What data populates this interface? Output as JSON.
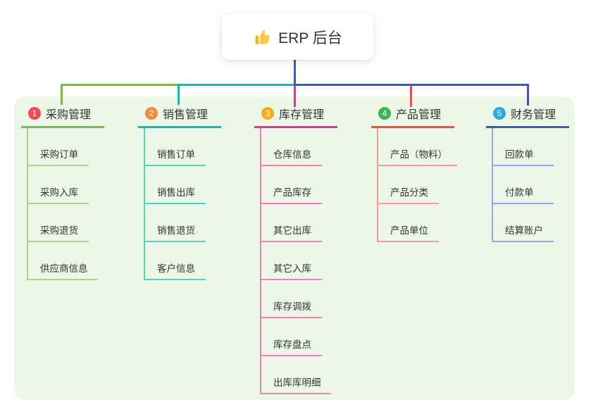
{
  "root": {
    "label": "ERP 后台",
    "icon": "thumbs-up-icon"
  },
  "branches": [
    {
      "badge": "1",
      "label": "采购管理",
      "color": "#7cbd3f",
      "light_color": "#a9d489",
      "badge_color": "#f1485e",
      "children": [
        "采购订单",
        "采购入库",
        "采购退货",
        "供应商信息"
      ]
    },
    {
      "badge": "2",
      "label": "销售管理",
      "color": "#0abfb0",
      "light_color": "#55d1bf",
      "badge_color": "#f68a3c",
      "children": [
        "销售订单",
        "销售出库",
        "销售退货",
        "客户信息"
      ]
    },
    {
      "badge": "3",
      "label": "库存管理",
      "color": "#dd378f",
      "light_color": "#f07fb4",
      "badge_color": "#f6ac1d",
      "children": [
        "仓库信息",
        "产品库存",
        "其它出库",
        "其它入库",
        "库存调拨",
        "库存盘点",
        "出库库明细"
      ]
    },
    {
      "badge": "4",
      "label": "产品管理",
      "color": "#f4494e",
      "light_color": "#f79a9b",
      "badge_color": "#3cb654",
      "children": [
        "产品（物料）",
        "产品分类",
        "产品单位"
      ]
    },
    {
      "badge": "5",
      "label": "财务管理",
      "color": "#3f56c5",
      "light_color": "#96a6e6",
      "badge_color": "#2ba8e0",
      "children": [
        "回款单",
        "付款单",
        "结算账户"
      ]
    }
  ],
  "colors": {
    "panel_bg": "#edf7e7",
    "connector_blue": "#4456c5",
    "text": "#333333",
    "icon_yellow": "#ffc83d",
    "icon_yellow_dark": "#f7b125"
  }
}
